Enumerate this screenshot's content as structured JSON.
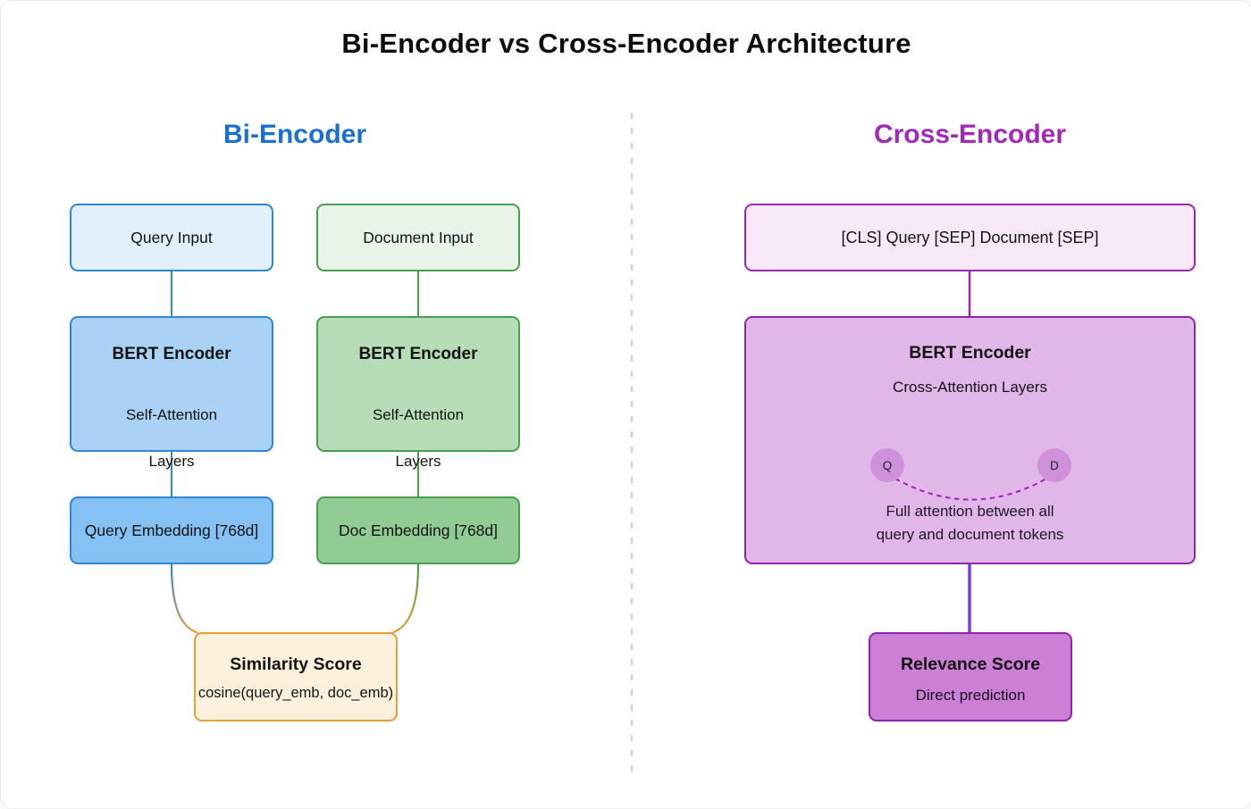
{
  "page_title": "Bi-Encoder vs Cross-Encoder Architecture",
  "bi_encoder": {
    "heading": "Bi-Encoder",
    "query_input_label": "Query Input",
    "document_input_label": "Document Input",
    "bert_query": {
      "title": "BERT Encoder",
      "line1": "Self-Attention",
      "line2": "Layers"
    },
    "bert_doc": {
      "title": "BERT Encoder",
      "line1": "Self-Attention",
      "line2": "Layers"
    },
    "query_embedding_label": "Query Embedding [768d]",
    "doc_embedding_label": "Doc Embedding [768d]",
    "similarity": {
      "title": "Similarity Score",
      "formula": "cosine(query_emb, doc_emb)"
    }
  },
  "cross_encoder": {
    "heading": "Cross-Encoder",
    "input_label": "[CLS] Query [SEP] Document [SEP]",
    "bert": {
      "title": "BERT Encoder",
      "subtitle": "Cross-Attention Layers",
      "q_label": "Q",
      "d_label": "D",
      "note_line1": "Full attention between all",
      "note_line2": "query and document tokens"
    },
    "relevance": {
      "title": "Relevance Score",
      "subtitle": "Direct prediction"
    }
  },
  "colors": {
    "title_text": "#0c0c0c",
    "bi_heading": "#1b6fd1",
    "cross_heading": "#a229b8",
    "blue_border": "#2e86d4",
    "blue_fill_light": "#e1f0fb",
    "blue_fill_mid": "#a9d2f4",
    "blue_fill_strong": "#85c1f2",
    "green_border": "#4a9e4f",
    "green_fill_light": "#e7f4e7",
    "green_fill_mid": "#b6dcb8",
    "green_fill_strong": "#90cc94",
    "orange_border": "#ec9d3d",
    "orange_fill": "#fdf1dd",
    "purple_border": "#9c27b0",
    "purple_fill_light": "#f8e9f9",
    "purple_fill_mid": "#e0b7e8",
    "purple_fill_strong": "#cb80d5",
    "attention_node_fill": "#cf92da",
    "attention_dash": "#a51cc0",
    "violet_connector": "#7c3aed",
    "divider_dash": "#d3d3d3"
  }
}
